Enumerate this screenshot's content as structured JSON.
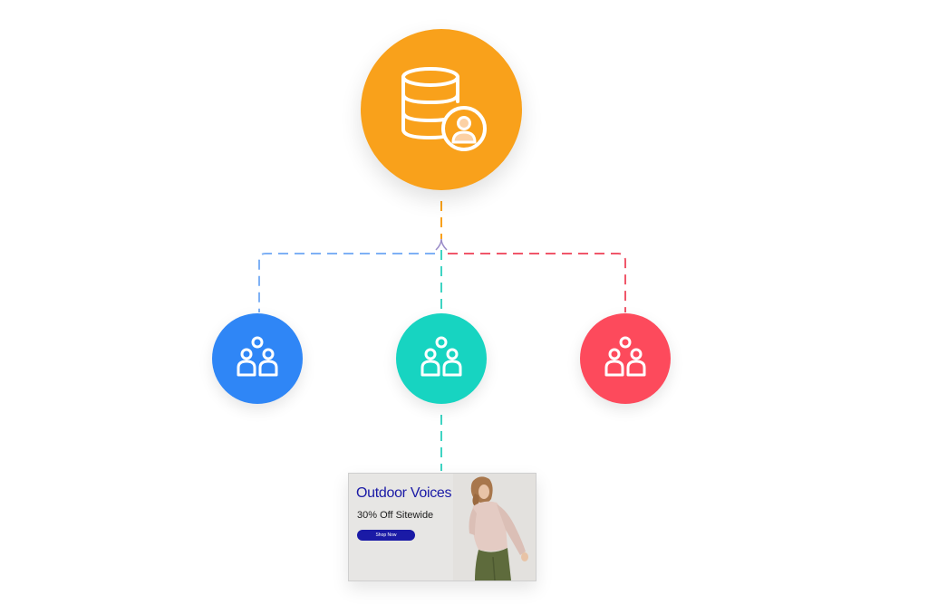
{
  "colors": {
    "root": "#f9a11b",
    "segments": [
      "#2f86f6",
      "#17d4c1",
      "#fd4a5c"
    ],
    "ad_brand": "#1a1aa6",
    "ad_button": "#1a1aa6"
  },
  "root": {
    "icon": "database-user-icon"
  },
  "segments": [
    {
      "icon": "group-icon",
      "color": "#2f86f6"
    },
    {
      "icon": "group-icon",
      "color": "#17d4c1"
    },
    {
      "icon": "group-icon",
      "color": "#fd4a5c"
    }
  ],
  "ad": {
    "brand": "Outdoor Voices",
    "headline": "30% Off Sitewide",
    "button_label": "Shop Now"
  }
}
